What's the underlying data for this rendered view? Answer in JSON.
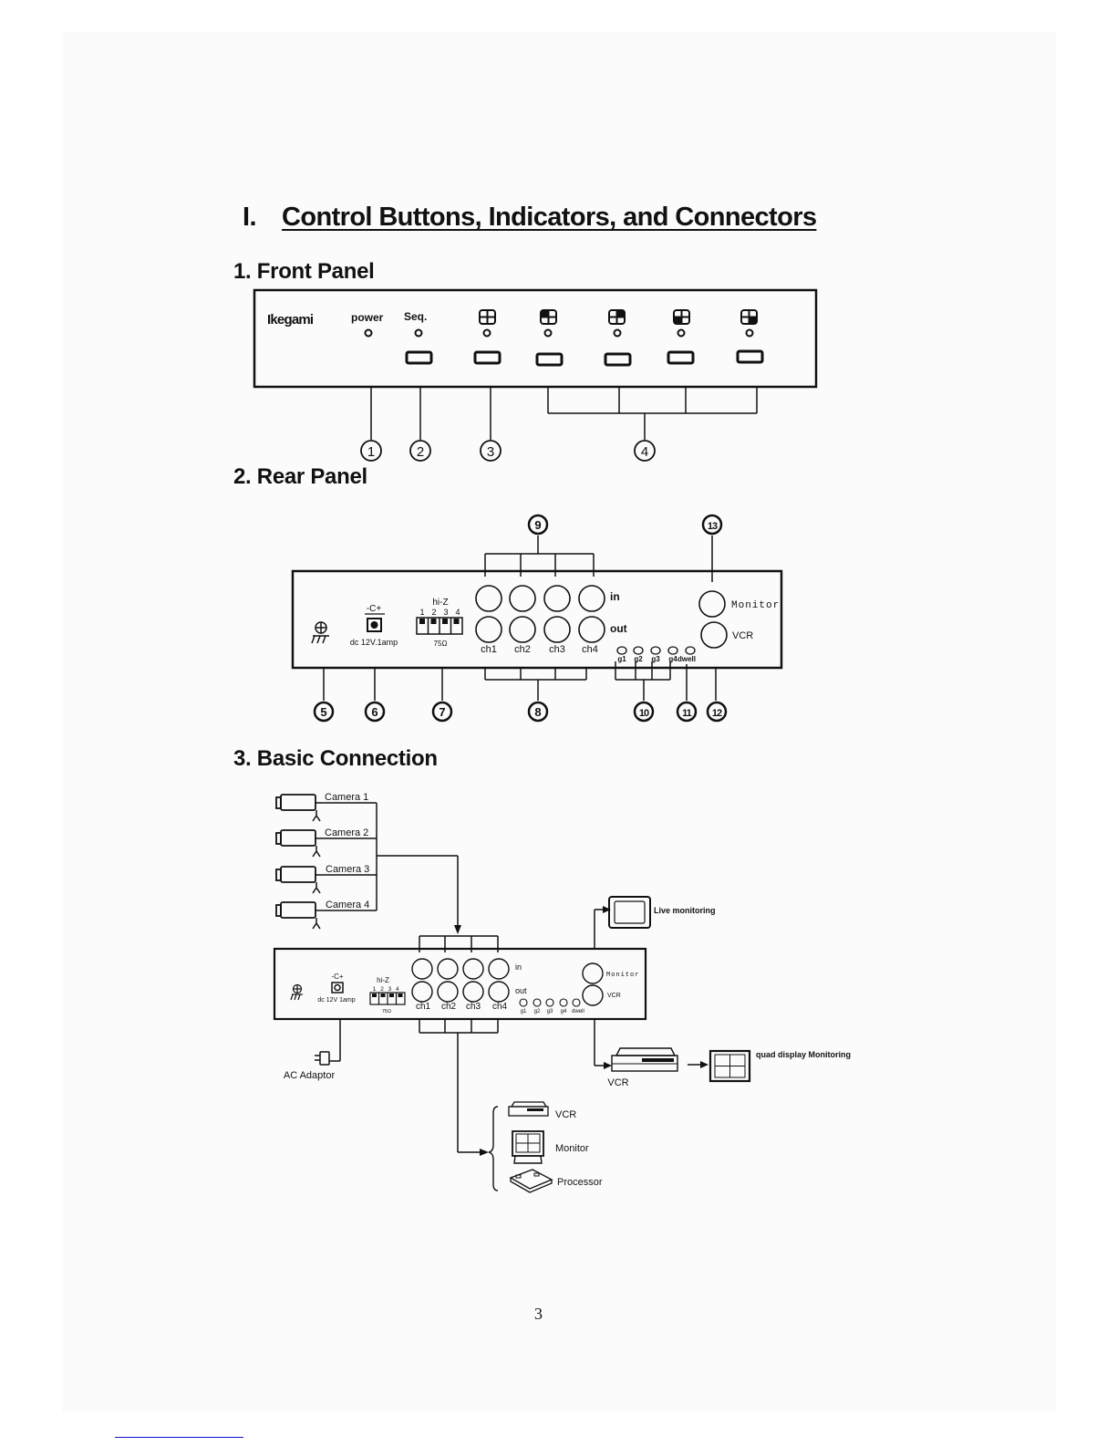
{
  "heading": {
    "number": "I.",
    "text": "Control Buttons, Indicators, and Connectors"
  },
  "sections": [
    {
      "number": "1.",
      "title": "Front Panel"
    },
    {
      "number": "2.",
      "title": "Rear Panel"
    },
    {
      "number": "3.",
      "title": "Basic Connection"
    }
  ],
  "front_panel": {
    "brand": "Ikegami",
    "power_label": "power",
    "seq_label": "Seq.",
    "quad_icons": [
      "quad-all-icon",
      "quad-ch1-icon",
      "quad-ch2-icon",
      "quad-ch3-icon",
      "quad-ch4-icon"
    ],
    "callouts": [
      "1",
      "2",
      "3",
      "4"
    ]
  },
  "rear_panel": {
    "ground_icon": "ground-icon",
    "dc_polarity": "-C+",
    "dc_label": "dc 12V.1amp",
    "hiz_label": "hi-Z",
    "dip_numbers": [
      "1",
      "2",
      "3",
      "4"
    ],
    "ohm_label": "75Ω",
    "in_label": "in",
    "out_label": "out",
    "channels": [
      "ch1",
      "ch2",
      "ch3",
      "ch4"
    ],
    "gain_labels": [
      "g1",
      "g2",
      "g3",
      "g4",
      "dwell"
    ],
    "monitor_label": "Monitor",
    "vcr_label": "VCR",
    "callouts": [
      "5",
      "6",
      "7",
      "8",
      "9",
      "10",
      "11",
      "12",
      "13"
    ]
  },
  "basic_connection": {
    "cameras": [
      "Camera 1",
      "Camera 2",
      "Camera 3",
      "Camera 4"
    ],
    "dc_label": "dc 12V 1amp",
    "ac_adaptor": "AC Adaptor",
    "live_monitoring": "Live monitoring",
    "vcr": "VCR",
    "quad_display": "quad display Monitoring",
    "outputs": [
      "VCR",
      "Monitor",
      "Processor"
    ]
  },
  "page_number": "3"
}
